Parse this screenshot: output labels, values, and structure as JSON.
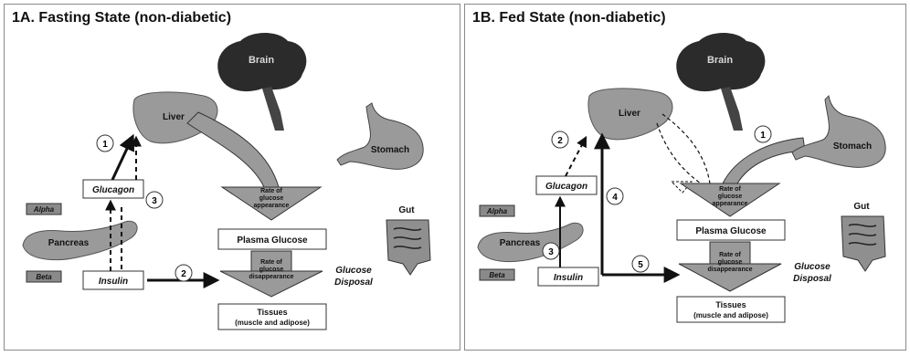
{
  "panel_a": {
    "title": "1A. Fasting State (non-diabetic)",
    "organs": {
      "brain": "Brain",
      "liver": "Liver",
      "stomach": "Stomach",
      "gut": "Gut",
      "pancreas": "Pancreas"
    },
    "cells": {
      "alpha": "Alpha",
      "beta": "Beta"
    },
    "hormones": {
      "glucagon": "Glucagon",
      "insulin": "Insulin"
    },
    "boxes": {
      "plasma_glucose": "Plasma Glucose",
      "tissues_l1": "Tissues",
      "tissues_l2": "(muscle and adipose)"
    },
    "arrows": {
      "appearance": [
        "Rate of",
        "glucose",
        "appearance"
      ],
      "disappearance": [
        "Rate of",
        "glucose",
        "disappearance"
      ]
    },
    "disposal": [
      "Glucose",
      "Disposal"
    ],
    "steps": [
      "1",
      "2",
      "3"
    ]
  },
  "panel_b": {
    "title": "1B. Fed State (non-diabetic)",
    "organs": {
      "brain": "Brain",
      "liver": "Liver",
      "stomach": "Stomach",
      "gut": "Gut",
      "pancreas": "Pancreas"
    },
    "cells": {
      "alpha": "Alpha",
      "beta": "Beta"
    },
    "hormones": {
      "glucagon": "Glucagon",
      "insulin": "Insulin"
    },
    "boxes": {
      "plasma_glucose": "Plasma Glucose",
      "tissues_l1": "Tissues",
      "tissues_l2": "(muscle and adipose)"
    },
    "arrows": {
      "appearance": [
        "Rate of",
        "glucose",
        "appearance"
      ],
      "disappearance": [
        "Rate of",
        "glucose",
        "disappearance"
      ]
    },
    "disposal": [
      "Glucose",
      "Disposal"
    ],
    "steps": [
      "1",
      "2",
      "3",
      "4",
      "5"
    ]
  }
}
